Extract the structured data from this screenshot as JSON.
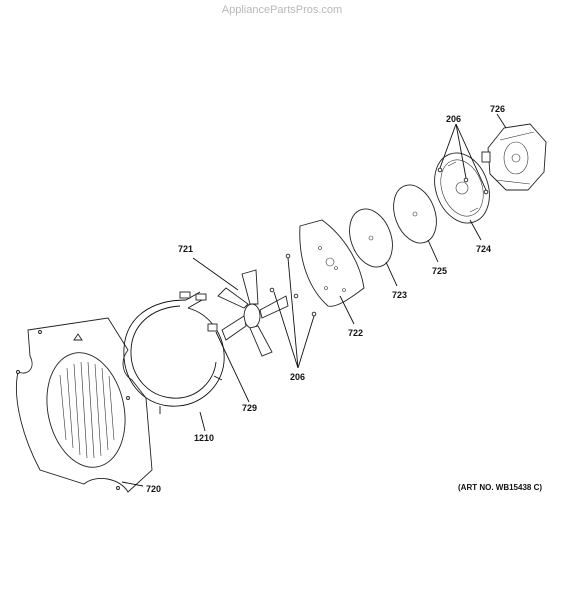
{
  "watermark": "AppliancePartsPros.com",
  "art_number": "(ART NO. WB15438 C)",
  "parts": {
    "p720": "720",
    "p1210": "1210",
    "p721": "721",
    "p729": "729",
    "p206_lower": "206",
    "p722": "722",
    "p723": "723",
    "p725": "725",
    "p724": "724",
    "p206_upper": "206",
    "p726": "726"
  }
}
